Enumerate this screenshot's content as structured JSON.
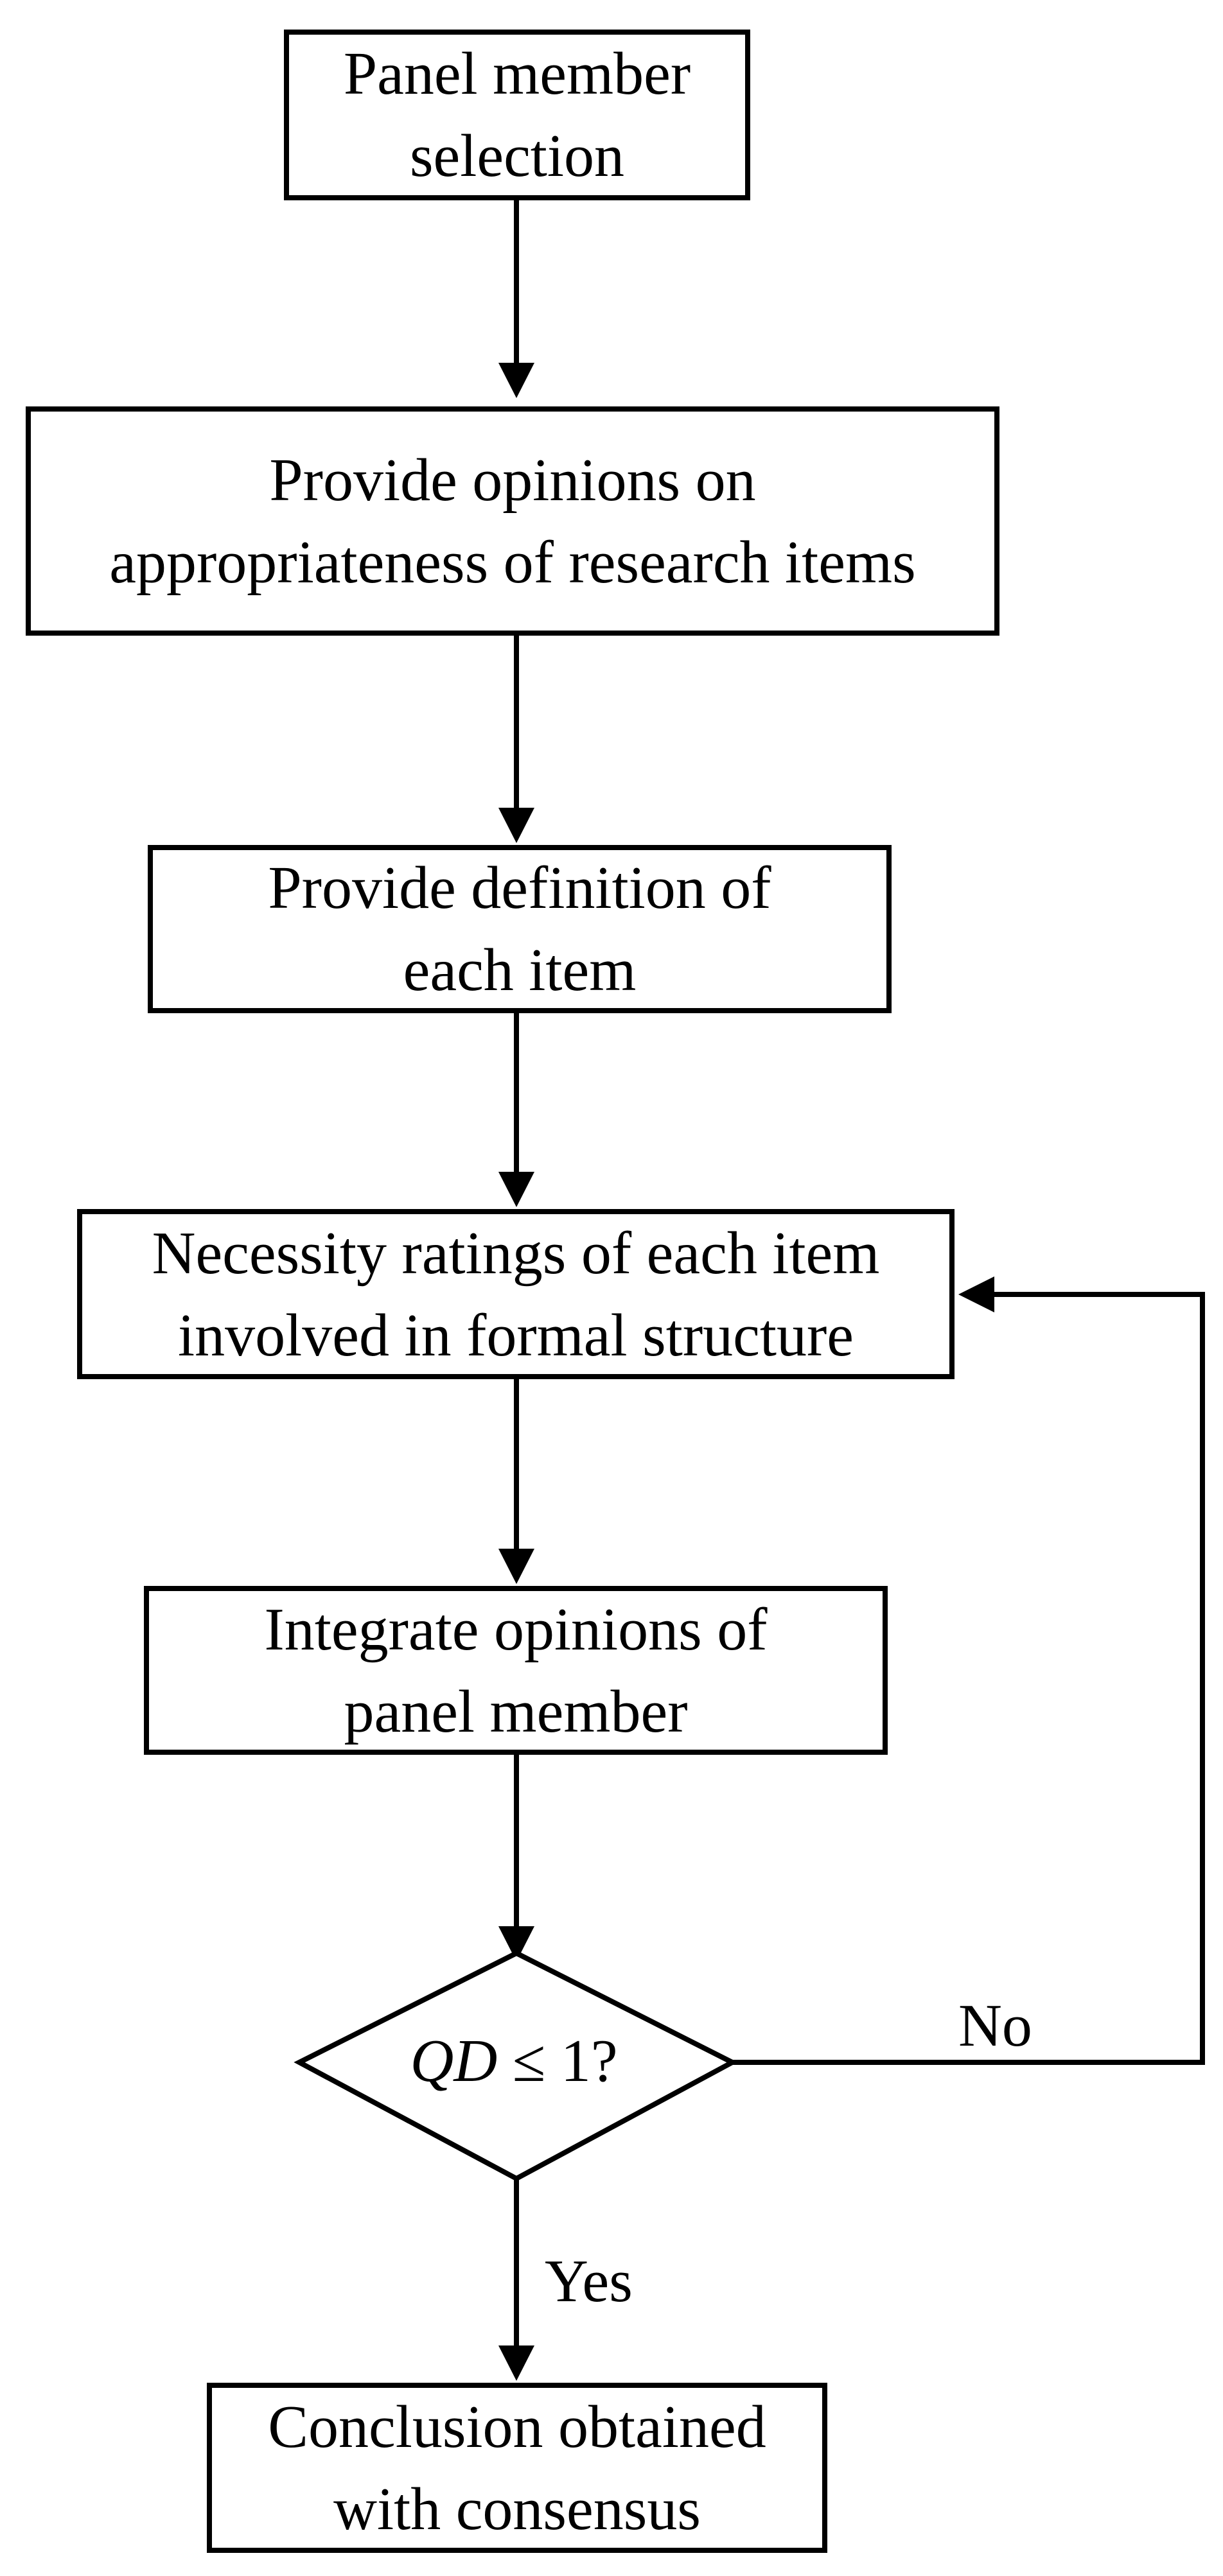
{
  "diagram": {
    "steps": [
      {
        "line1": "Panel member",
        "line2": "selection"
      },
      {
        "line1": "Provide opinions on",
        "line2": "appropriateness of research items"
      },
      {
        "line1": "Provide definition of",
        "line2": "each item"
      },
      {
        "line1": "Necessity ratings of each item",
        "line2": "involved in formal structure"
      },
      {
        "line1": "Integrate opinions of",
        "line2": "panel member"
      }
    ],
    "decision": {
      "var": "QD",
      "rest": " ≤ 1?"
    },
    "no_label": "No",
    "yes_label": "Yes",
    "conclusion": {
      "line1": "Conclusion obtained",
      "line2": "with consensus"
    }
  }
}
